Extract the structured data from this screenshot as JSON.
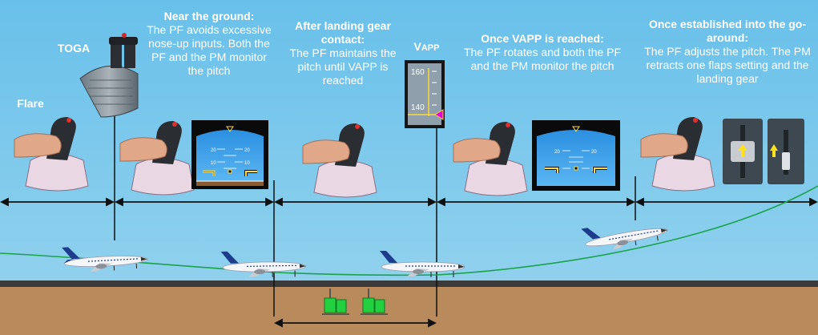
{
  "labels": {
    "flare": "Flare",
    "toga": "TOGA",
    "near_title": "Near the ground:",
    "near_body": "The PF avoids excessive nose-up inputs. Both the PF and the PM monitor the pitch",
    "after_title_1": "After landing gear",
    "after_title_2": "contact:",
    "after_body": "The PF maintains the pitch until VAPP is reached",
    "vapp_main": "V",
    "vapp_sub": "APP",
    "once_vapp_title": "Once VAPP is reached:",
    "once_vapp_body": "The PF rotates and both the PF and the PM monitor the pitch",
    "established_title": "Once established into the go-around:",
    "established_body": "The PF adjusts the pitch. The PM retracts one flaps setting and the landing gear"
  },
  "speed_tape": {
    "upper": "160",
    "lower": "140"
  },
  "pfd": {
    "pitch_marks": [
      "20",
      "20",
      "10",
      "10",
      "10",
      "10"
    ]
  },
  "colors": {
    "sky": "#7ec8ea",
    "ground": "#b88a5c",
    "runway": "#3a3a3a",
    "trajectory": "#1aa34a"
  },
  "icons": [
    "sidestick-icon",
    "thrust-lever-icon",
    "aircraft-icon",
    "pfd-icon",
    "speed-tape-icon",
    "flaps-lever-icon",
    "gear-lever-icon",
    "landing-gear-green-icon"
  ]
}
